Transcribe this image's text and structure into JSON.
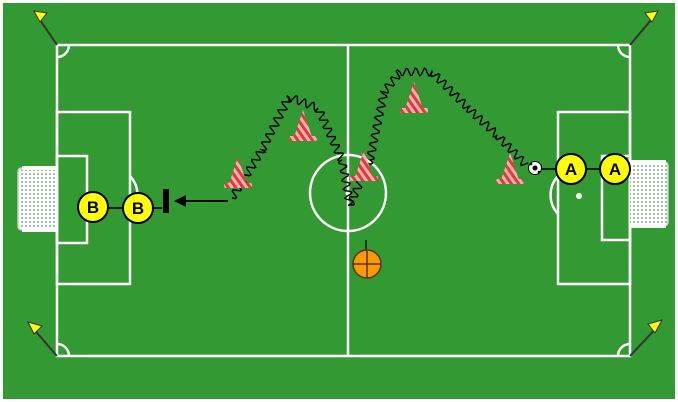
{
  "colors": {
    "pitch": "#339933",
    "lines": "#ffffff",
    "cone_stripe": "#e03a3a",
    "player_fill": "#ffff00",
    "ball_marker": "#ff9900",
    "corner_flag": "#ffff00"
  },
  "players": [
    {
      "id": "player-b-left",
      "label": "B"
    },
    {
      "id": "player-b-right",
      "label": "B"
    },
    {
      "id": "player-a-left",
      "label": "A"
    },
    {
      "id": "player-a-right",
      "label": "A"
    }
  ],
  "icons": {
    "cone": "cone-icon",
    "goal": "goal-icon",
    "flag": "corner-flag-icon",
    "ball": "soccer-ball-icon",
    "target": "crosshair-ball-icon",
    "gate": "gate-bar-icon"
  }
}
